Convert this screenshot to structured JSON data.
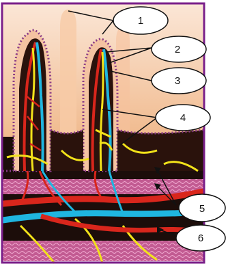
{
  "diagram": {
    "callouts": [
      {
        "id": "1",
        "text": "1"
      },
      {
        "id": "2",
        "text": "2"
      },
      {
        "id": "3",
        "text": "3"
      },
      {
        "id": "4",
        "text": "4"
      },
      {
        "id": "5",
        "text": "5"
      },
      {
        "id": "6",
        "text": "6"
      }
    ],
    "colors": {
      "frame": "#7a1f8a",
      "villus_skin": "#f3c9a4",
      "villus_dark": "#1c0d0a",
      "epithelium_dots": "#6e1e6e",
      "artery": "#d9261c",
      "vein": "#1fb6e0",
      "lacteal": "#f2e21a",
      "tissue_pink": "#d97aa8"
    }
  }
}
